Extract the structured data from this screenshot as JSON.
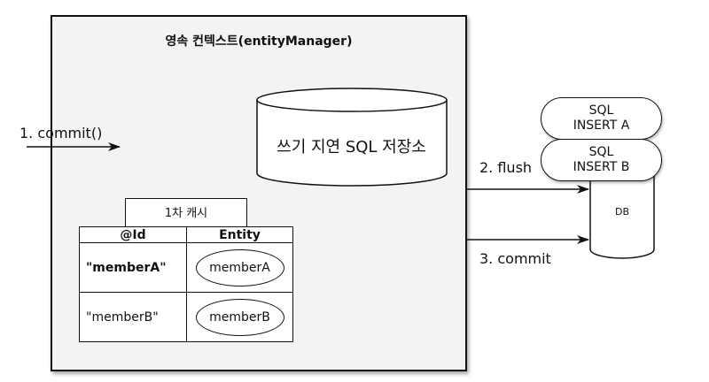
{
  "diagram": {
    "title": "영속 컨텍스트(entityManager)",
    "steps": {
      "commit_call": "1. commit()",
      "flush": "2. flush",
      "commit": "3. commit"
    },
    "write_behind_store": {
      "label": "쓰기 지연 SQL 저장소",
      "shape": "cylinder-icon"
    },
    "first_level_cache": {
      "label": "1차 캐시",
      "columns": [
        "@Id",
        "Entity"
      ],
      "rows": [
        {
          "id": "\"memberA\"",
          "entity": "memberA",
          "id_bold": true
        },
        {
          "id": "\"memberB\"",
          "entity": "memberB",
          "id_bold": false
        }
      ]
    },
    "sql_queue": [
      {
        "line1": "SQL",
        "line2": "INSERT A"
      },
      {
        "line1": "SQL",
        "line2": "INSERT B"
      }
    ],
    "database": {
      "label": "DB",
      "shape": "cylinder-icon"
    }
  }
}
